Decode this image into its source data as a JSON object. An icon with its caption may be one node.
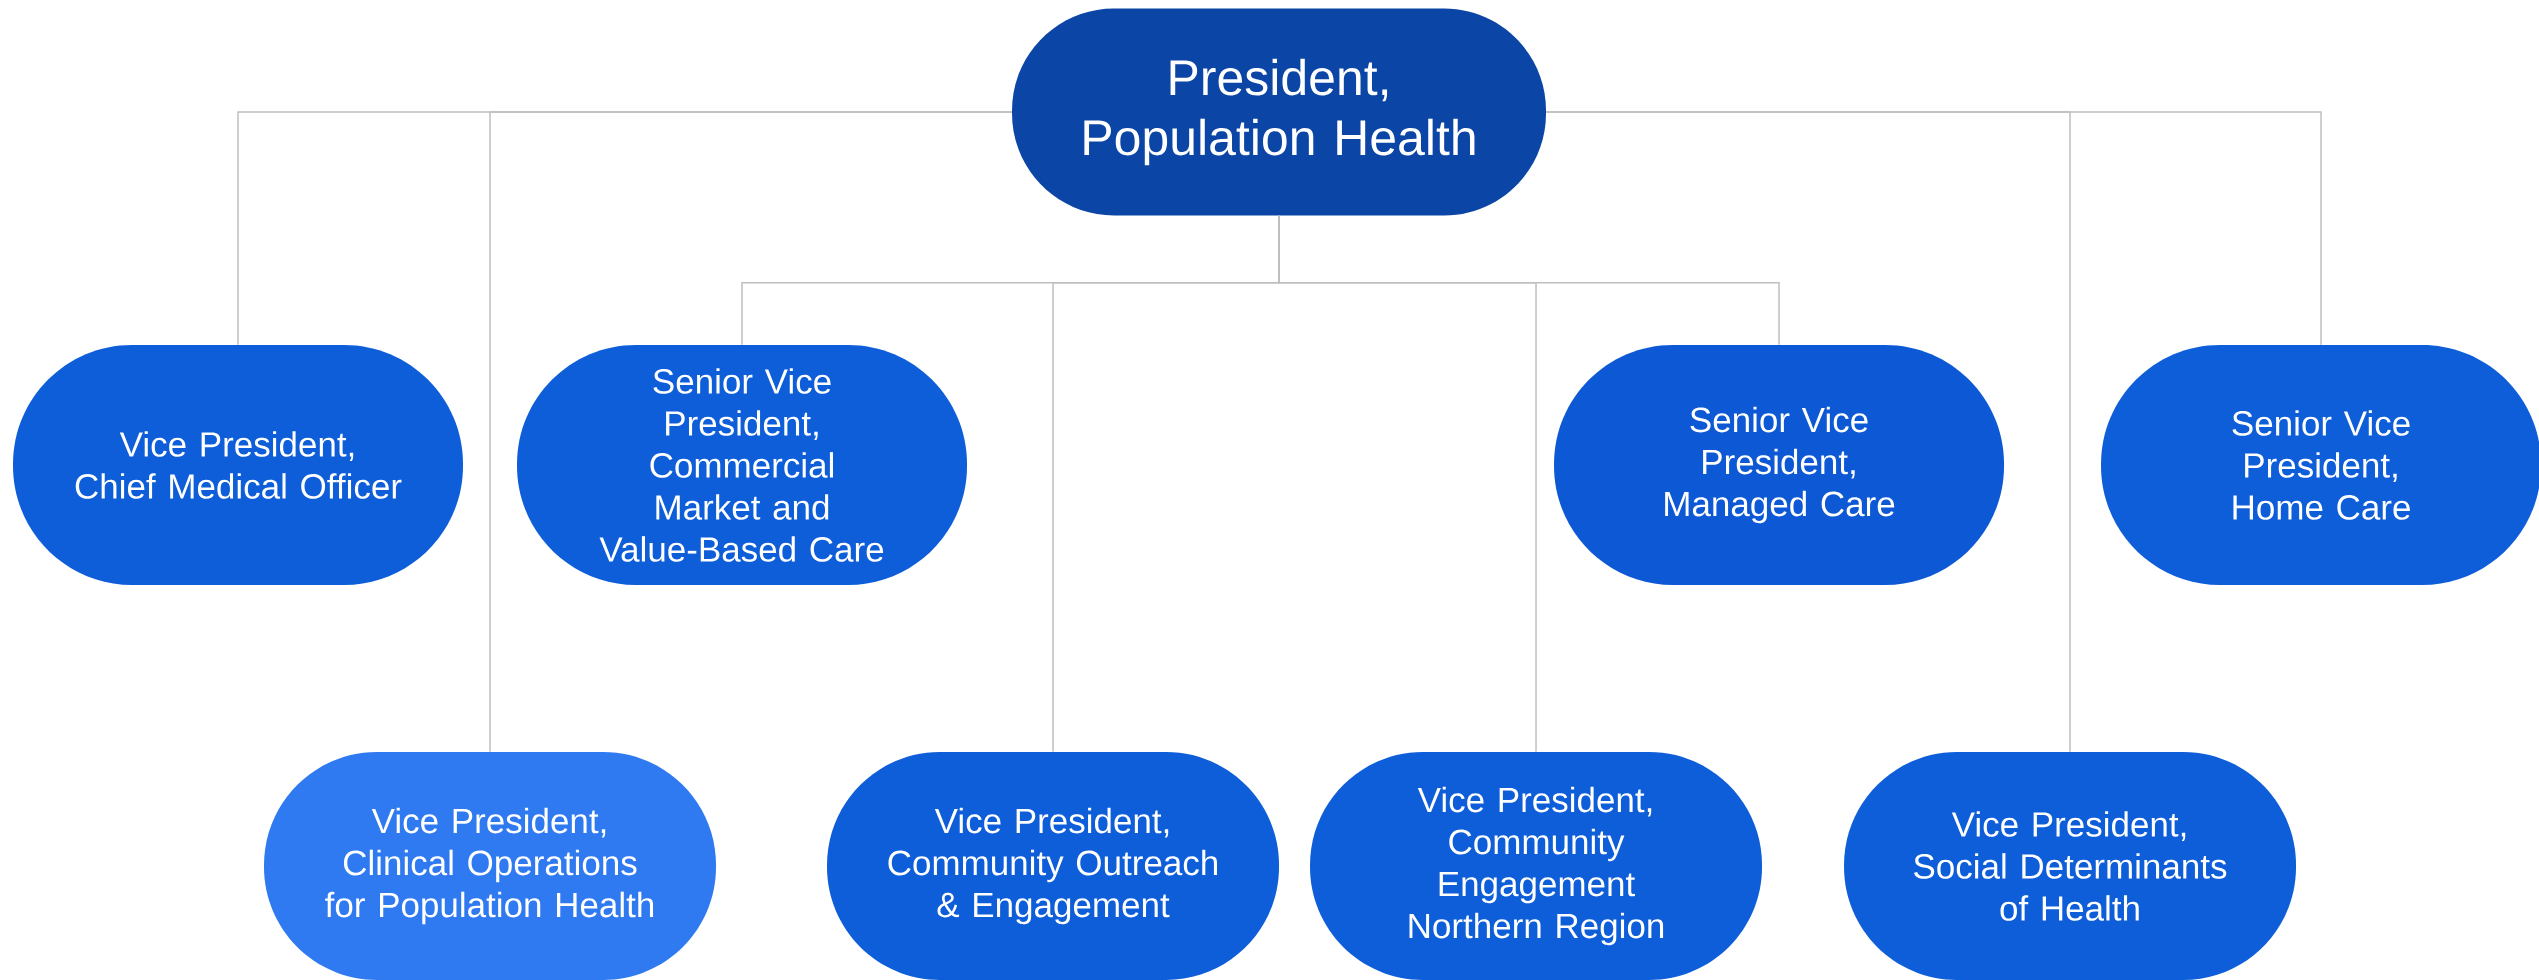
{
  "diagram": {
    "nodes": [
      {
        "text": [
          "President, Population Health"
        ]
      },
      {
        "text": [
          "Vice President, Chief Medical Officer"
        ]
      },
      {
        "text": [
          "Senior Vice President, Commercial Market and Value-Based Care"
        ]
      },
      {
        "text": [
          "Senior Vice President, Managed Care"
        ]
      },
      {
        "text": [
          "Senior Vice President, Home Care"
        ]
      },
      {
        "text": [
          "Vice President, Clinical Operations for Population Health"
        ]
      },
      {
        "text": [
          "Vice President, Community Outreach & Engagement"
        ]
      },
      {
        "text": [
          "Vice President, Community Engagement Northern Region"
        ]
      },
      {
        "text": [
          "Vice President, Social Determinants of Health"
        ]
      }
    ],
    "edges": [
      {
        "from": 0,
        "to": 1,
        "arrow": "none"
      },
      {
        "from": 0,
        "to": 5,
        "arrow": "none"
      },
      {
        "from": 0,
        "to": 2,
        "arrow": "none"
      },
      {
        "from": 0,
        "to": 6,
        "arrow": "none"
      },
      {
        "from": 0,
        "to": 7,
        "arrow": "none"
      },
      {
        "from": 0,
        "to": 3,
        "arrow": "none"
      },
      {
        "from": 0,
        "to": 8,
        "arrow": "none"
      },
      {
        "from": 0,
        "to": 4,
        "arrow": "none"
      }
    ]
  }
}
